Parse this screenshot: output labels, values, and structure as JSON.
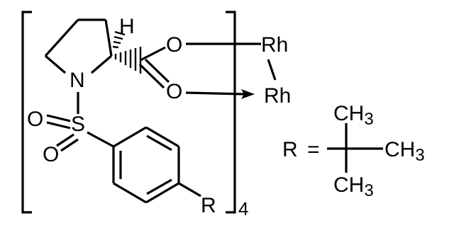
{
  "molecule": {
    "atoms": {
      "H": "H",
      "N": "N",
      "S": "S",
      "O_sulfonyl_1": "O",
      "O_sulfonyl_2": "O",
      "O_ester": "O",
      "O_carbonyl": "O",
      "R_para": "R"
    },
    "rhodium": {
      "top": "Rh",
      "bottom": "Rh"
    },
    "bracket_subscript": "4",
    "r_definition": {
      "R": "R",
      "equals": "=",
      "methyls": [
        "CH3",
        "CH3",
        "CH3"
      ]
    }
  }
}
